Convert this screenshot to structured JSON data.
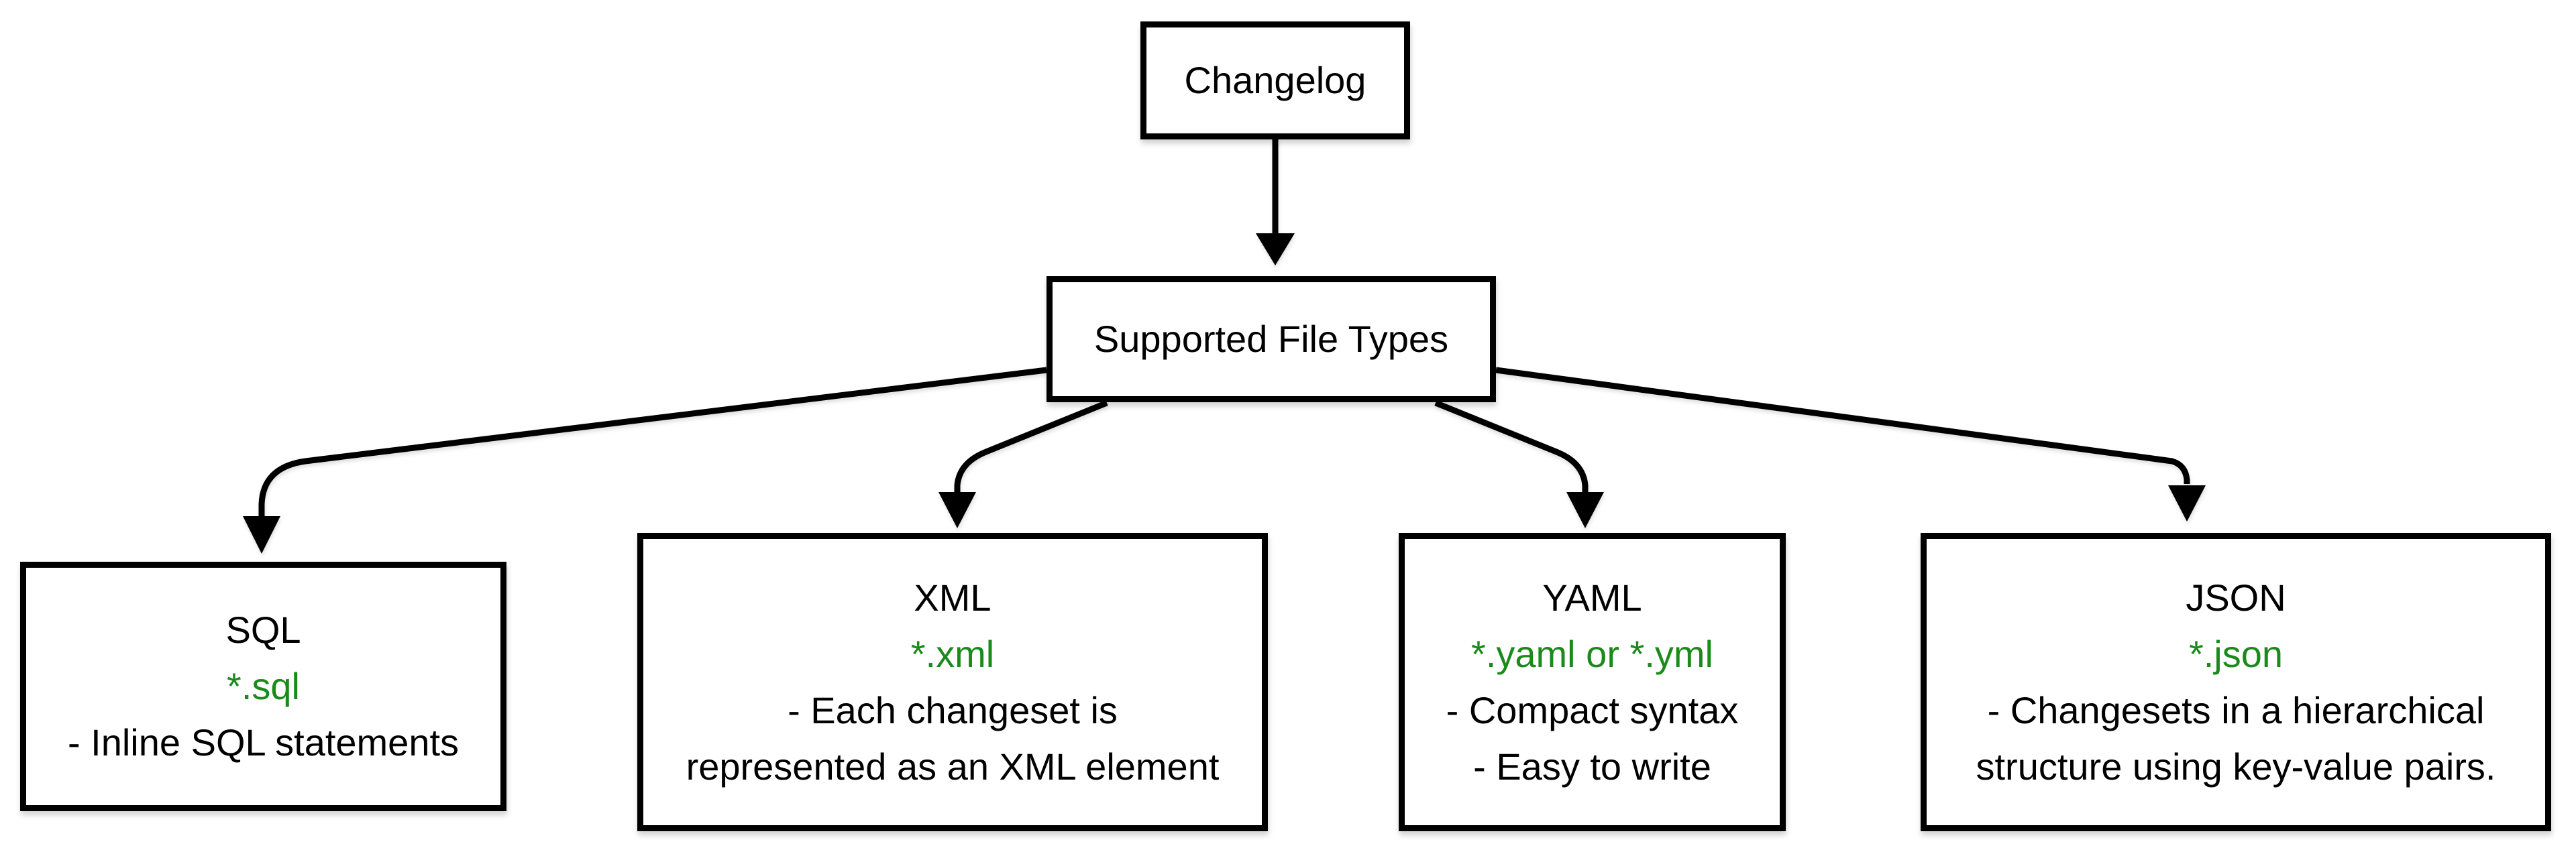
{
  "diagram": {
    "background_color": "#ffffff",
    "line_color": "#000000",
    "text_color": "#000000",
    "extension_color": "#1a8a1a",
    "root": {
      "label": "Changelog"
    },
    "hub": {
      "label": "Supported File Types"
    },
    "file_types": [
      {
        "title": "SQL",
        "extension": "*.sql",
        "desc_lines": [
          "- Inline SQL statements"
        ]
      },
      {
        "title": "XML",
        "extension": "*.xml",
        "desc_lines": [
          "- Each changeset is",
          "represented as an XML element"
        ]
      },
      {
        "title": "YAML",
        "extension": "*.yaml or *.yml",
        "desc_lines": [
          "- Compact syntax",
          "- Easy to write"
        ]
      },
      {
        "title": "JSON",
        "extension": "*.json",
        "desc_lines": [
          "- Changesets in a hierarchical",
          "structure using key-value pairs."
        ]
      }
    ]
  }
}
